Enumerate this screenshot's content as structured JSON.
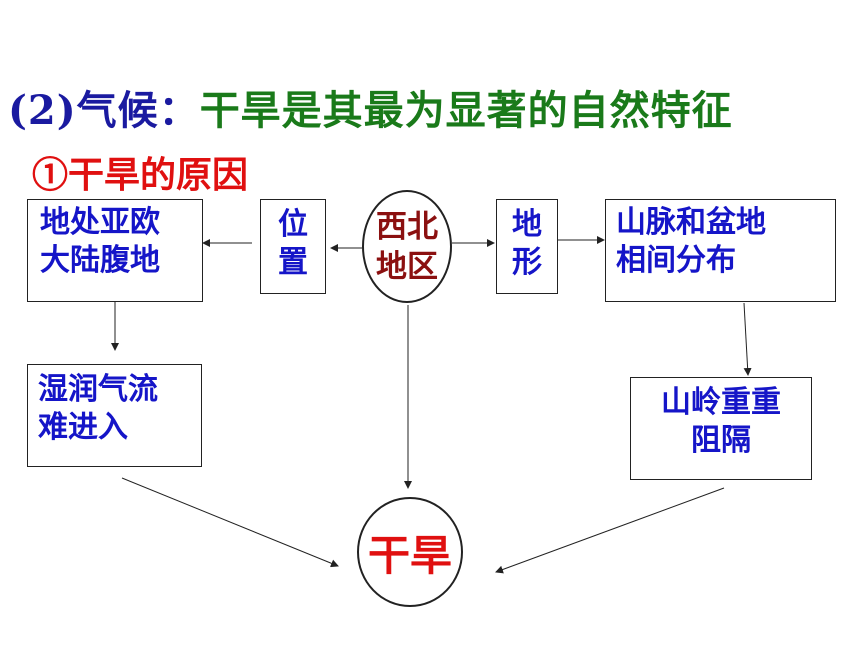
{
  "title": {
    "prefix": "(2)气候：",
    "text": "干旱是其最为显著的自然特征"
  },
  "subtitle": "①干旱的原因",
  "nodes": {
    "center": "西北\n地区",
    "location_tag": "位\n置",
    "terrain_tag": "地\n形",
    "inland": "地处亚欧\n大陆腹地",
    "mountains_basins": "山脉和盆地\n相间分布",
    "humid_air": "湿润气流\n难进入",
    "mountain_barrier": "山岭重重\n阻隔",
    "result": "干旱"
  },
  "colors": {
    "title_green": "#1a7a1a",
    "prefix_blue": "#1a1aa0",
    "subtitle_red": "#e01010",
    "box_text_blue": "#1515c8",
    "center_text_darkred": "#8b1010",
    "result_red": "#e01010"
  }
}
